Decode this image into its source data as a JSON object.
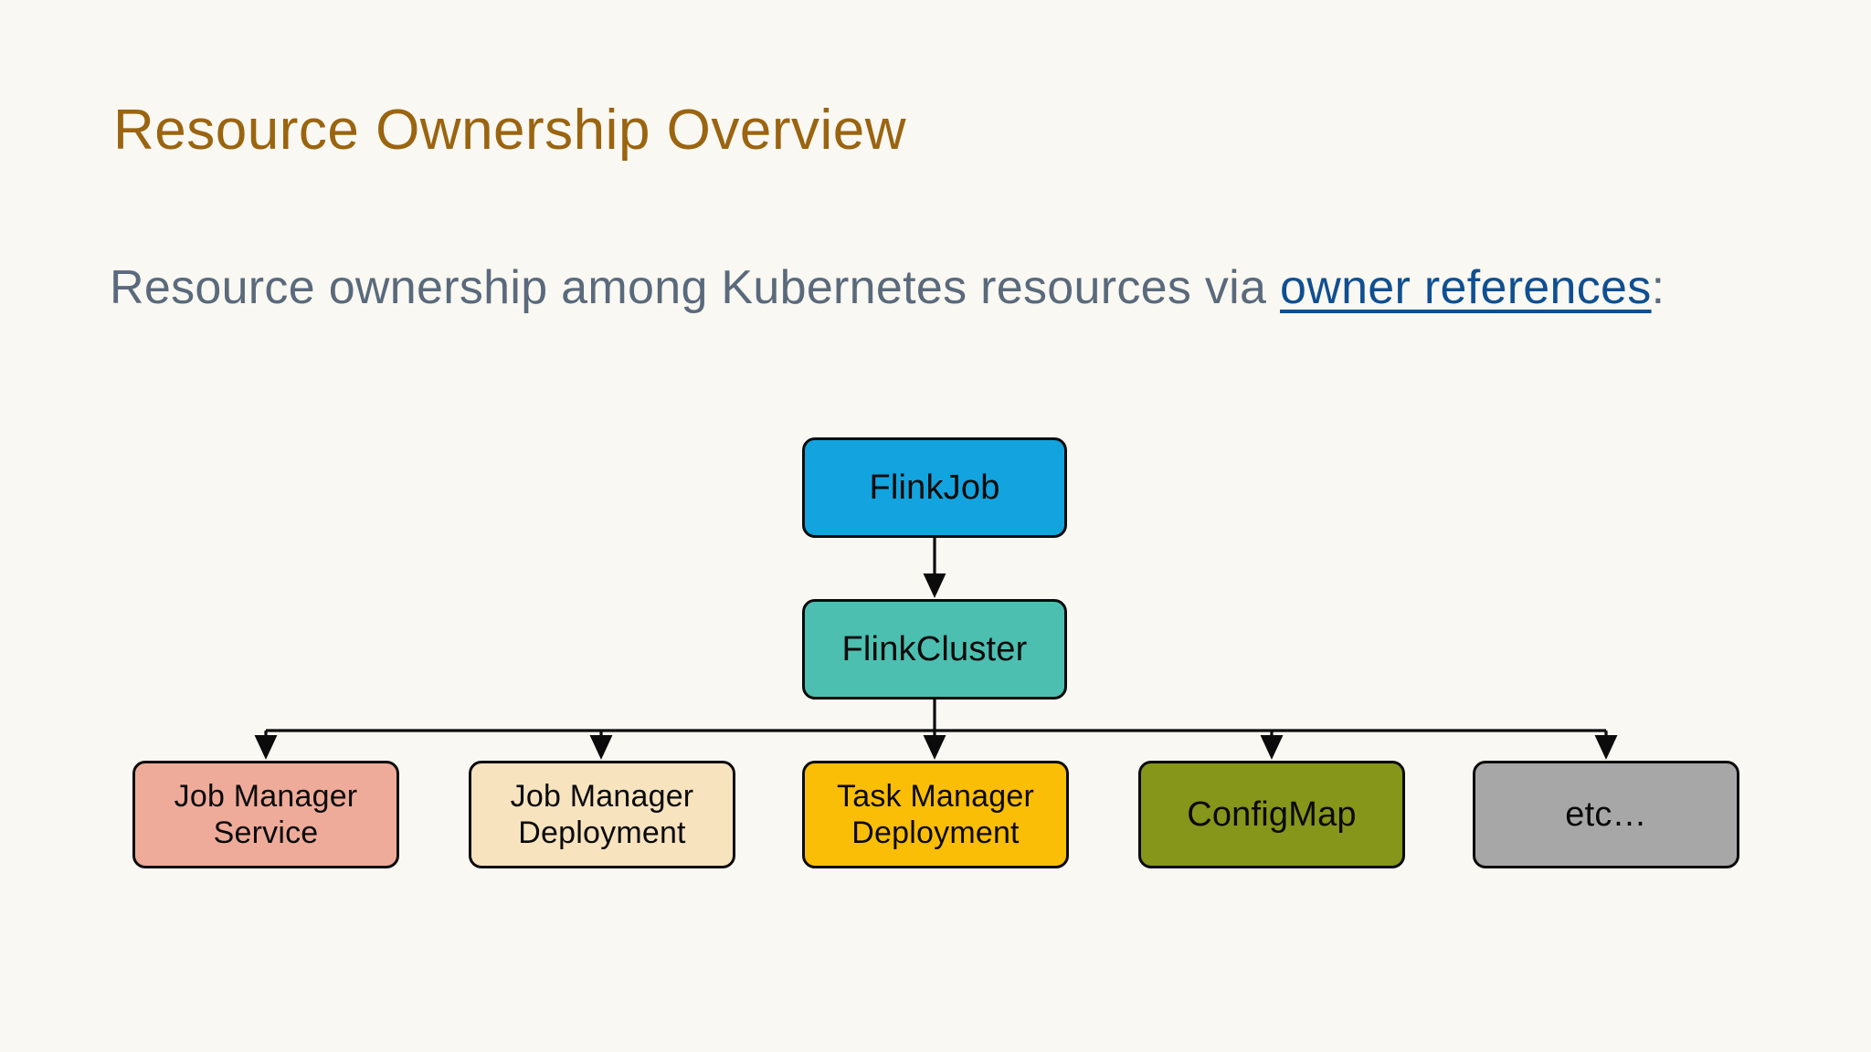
{
  "slide": {
    "title": "Resource Ownership Overview",
    "background_color": "#faf8f2",
    "title_color": "#9a6410",
    "body_color": "#5a6a7c",
    "link_color": "#104f91"
  },
  "body": {
    "lead_text": "Resource ownership among Kubernetes resources via ",
    "link_text": "owner references",
    "trailing_punctuation": ":"
  },
  "diagram": {
    "type": "tree",
    "orientation": "top-down",
    "nodes": [
      {
        "id": "flinkjob",
        "label": "FlinkJob",
        "color": "#13a3de"
      },
      {
        "id": "flinkcluster",
        "label": "FlinkCluster",
        "color": "#4cbfb0"
      },
      {
        "id": "jm-service",
        "label": "Job Manager\nService",
        "color": "#efab99"
      },
      {
        "id": "jm-deploy",
        "label": "Job Manager\nDeployment",
        "color": "#f8e3bf"
      },
      {
        "id": "tm-deploy",
        "label": "Task Manager\nDeployment",
        "color": "#fbbe07"
      },
      {
        "id": "configmap",
        "label": "ConfigMap",
        "color": "#86961a"
      },
      {
        "id": "etc",
        "label": "etc…",
        "color": "#a7a7a7"
      }
    ],
    "edges": [
      {
        "from": "flinkjob",
        "to": "flinkcluster"
      },
      {
        "from": "flinkcluster",
        "to": "jm-service"
      },
      {
        "from": "flinkcluster",
        "to": "jm-deploy"
      },
      {
        "from": "flinkcluster",
        "to": "tm-deploy"
      },
      {
        "from": "flinkcluster",
        "to": "configmap"
      },
      {
        "from": "flinkcluster",
        "to": "etc"
      }
    ],
    "edge_color": "#0b0b0b"
  }
}
